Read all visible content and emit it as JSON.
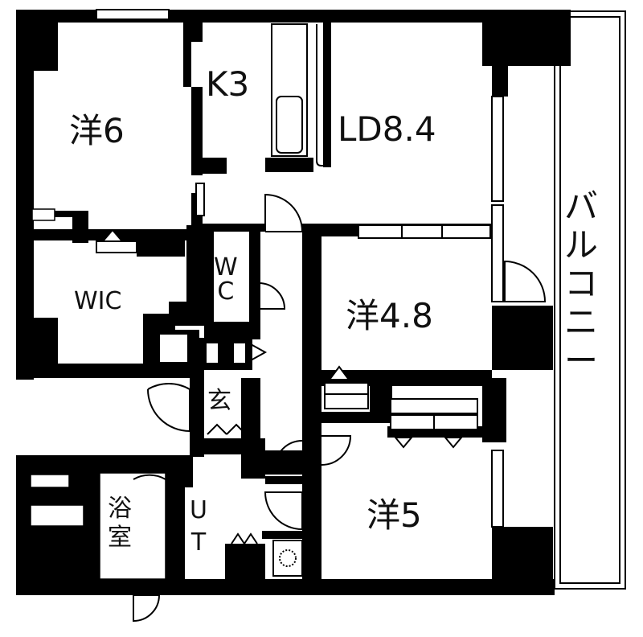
{
  "rooms": {
    "western6": "洋6",
    "kitchen": "K3",
    "living_dining": "LD8.4",
    "wic": "WIC",
    "wc": [
      "W",
      "C"
    ],
    "western48": "洋4.8",
    "entrance": "玄",
    "western5": "洋5",
    "bathroom": [
      "浴",
      "室"
    ],
    "utility": [
      "U",
      "T"
    ],
    "balcony": [
      "バ",
      "ル",
      "コ",
      "ニ",
      "ー"
    ]
  },
  "colors": {
    "wall": "#000000",
    "floor": "#ffffff",
    "line": "#222222"
  }
}
